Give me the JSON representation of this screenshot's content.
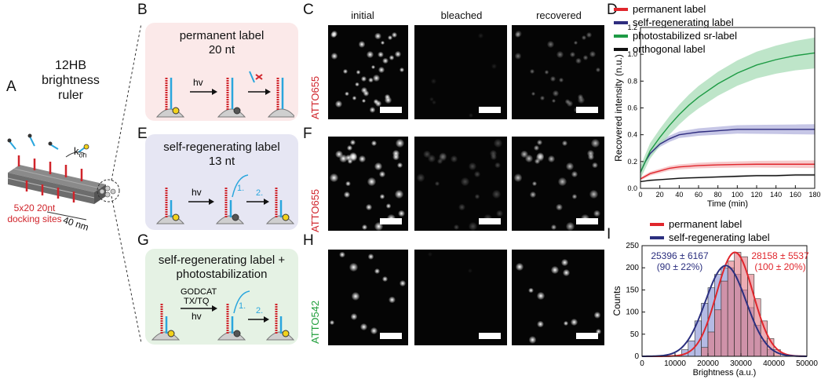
{
  "panel_labels": {
    "A": "A",
    "B": "B",
    "C": "C",
    "D": "D",
    "E": "E",
    "F": "F",
    "G": "G",
    "H": "H",
    "I": "I"
  },
  "ruler": {
    "title_line1": "12HB",
    "title_line2": "brightness",
    "title_line3": "ruler",
    "kon": "k",
    "kon_sub": "on",
    "docking_line1": "5x20 20nt",
    "docking_line2": "docking sites",
    "length": "40 nm"
  },
  "boxes": {
    "B": {
      "line1": "permanent label",
      "line2": "20 nt",
      "hv": "hv",
      "bg": "#fbe9e9"
    },
    "E": {
      "line1": "self-regenerating label",
      "line2": "13 nt",
      "hv": "hv",
      "step1": "1.",
      "step2": "2.",
      "bg": "#e6e6f3"
    },
    "G": {
      "line1": "self-regenerating label +",
      "line2": "photostabilization",
      "reagent1": "GODCAT",
      "reagent2": "TX/TQ",
      "hv": "hv",
      "step1": "1.",
      "step2": "2.",
      "bg": "#e5f2e4"
    }
  },
  "columns": {
    "initial": "initial",
    "bleached": "bleached",
    "recovered": "recovered"
  },
  "dyes": {
    "C": {
      "name": "ATTO655",
      "color": "#d0242b"
    },
    "F": {
      "name": "ATTO655",
      "color": "#d0242b"
    },
    "H": {
      "name": "ATTO542",
      "color": "#1f9e3a"
    }
  },
  "chart_data": [
    {
      "type": "line",
      "xlabel": "Time (min)",
      "ylabel": "Recovered intensity (n.u.)",
      "xlim": [
        0,
        180
      ],
      "ylim": [
        0,
        1.2
      ],
      "xticks": [
        "0",
        "20",
        "40",
        "60",
        "80",
        "100",
        "120",
        "140",
        "160",
        "180"
      ],
      "yticks": [
        "0.0",
        "0.2",
        "0.4",
        "0.6",
        "0.8",
        "1.0",
        "1.2"
      ],
      "legend_position": "top-left",
      "x": [
        0,
        5,
        10,
        20,
        30,
        40,
        50,
        60,
        80,
        100,
        120,
        140,
        160,
        180
      ],
      "series": [
        {
          "name": "permanent label",
          "color": "#e0262c",
          "band": "#f4b8bb",
          "values": [
            0.07,
            0.09,
            0.11,
            0.13,
            0.15,
            0.16,
            0.165,
            0.17,
            0.175,
            0.178,
            0.18,
            0.18,
            0.18,
            0.18
          ],
          "err": 0.03
        },
        {
          "name": "self-regenerating label",
          "color": "#2f2d7f",
          "band": "#b3b3dd",
          "values": [
            0.12,
            0.2,
            0.26,
            0.33,
            0.37,
            0.4,
            0.41,
            0.42,
            0.43,
            0.44,
            0.44,
            0.44,
            0.44,
            0.44
          ],
          "err": 0.04
        },
        {
          "name": "photostabilized sr-label",
          "color": "#1e9b45",
          "band": "#a8dcb7",
          "values": [
            0.12,
            0.2,
            0.28,
            0.38,
            0.47,
            0.55,
            0.62,
            0.68,
            0.78,
            0.86,
            0.92,
            0.96,
            0.99,
            1.01
          ],
          "err": 0.12
        },
        {
          "name": "orthogonal label",
          "color": "#111111",
          "band": "#cfcfcf",
          "values": [
            0.05,
            0.055,
            0.06,
            0.065,
            0.07,
            0.075,
            0.078,
            0.08,
            0.085,
            0.09,
            0.095,
            0.095,
            0.1,
            0.1
          ],
          "err": 0.01
        }
      ]
    },
    {
      "type": "bar",
      "xlabel": "Brightness (a.u.)",
      "ylabel": "Counts",
      "xlim": [
        0,
        50000
      ],
      "ylim": [
        0,
        250
      ],
      "xticks": [
        "0",
        "10000",
        "20000",
        "30000",
        "40000",
        "50000"
      ],
      "yticks": [
        "0",
        "50",
        "100",
        "150",
        "200",
        "250"
      ],
      "legend_position": "top",
      "bin_width": 2000,
      "series": [
        {
          "name": "permanent label",
          "color": "#e0262c",
          "fill": "rgba(225,120,130,0.6)",
          "mean": 28158,
          "sd": 5537,
          "amp": 235,
          "bins": [
            18000,
            20000,
            22000,
            24000,
            26000,
            28000,
            30000,
            32000,
            34000,
            36000,
            38000,
            40000
          ],
          "counts": [
            20,
            55,
            105,
            170,
            215,
            235,
            225,
            185,
            130,
            80,
            40,
            15
          ],
          "annotation": "28158 ± 5537",
          "annotation2": "(100 ± 20%)"
        },
        {
          "name": "self-regenerating label",
          "color": "#2b2f7f",
          "fill": "rgba(130,140,210,0.6)",
          "mean": 25396,
          "sd": 6167,
          "amp": 205,
          "bins": [
            12000,
            14000,
            16000,
            18000,
            20000,
            22000,
            24000,
            26000,
            28000,
            30000,
            32000,
            34000,
            36000,
            38000
          ],
          "counts": [
            15,
            35,
            80,
            120,
            155,
            185,
            200,
            200,
            185,
            150,
            110,
            70,
            35,
            15
          ],
          "annotation": "25396 ± 6167",
          "annotation2": "(90 ± 22%)"
        }
      ]
    }
  ]
}
